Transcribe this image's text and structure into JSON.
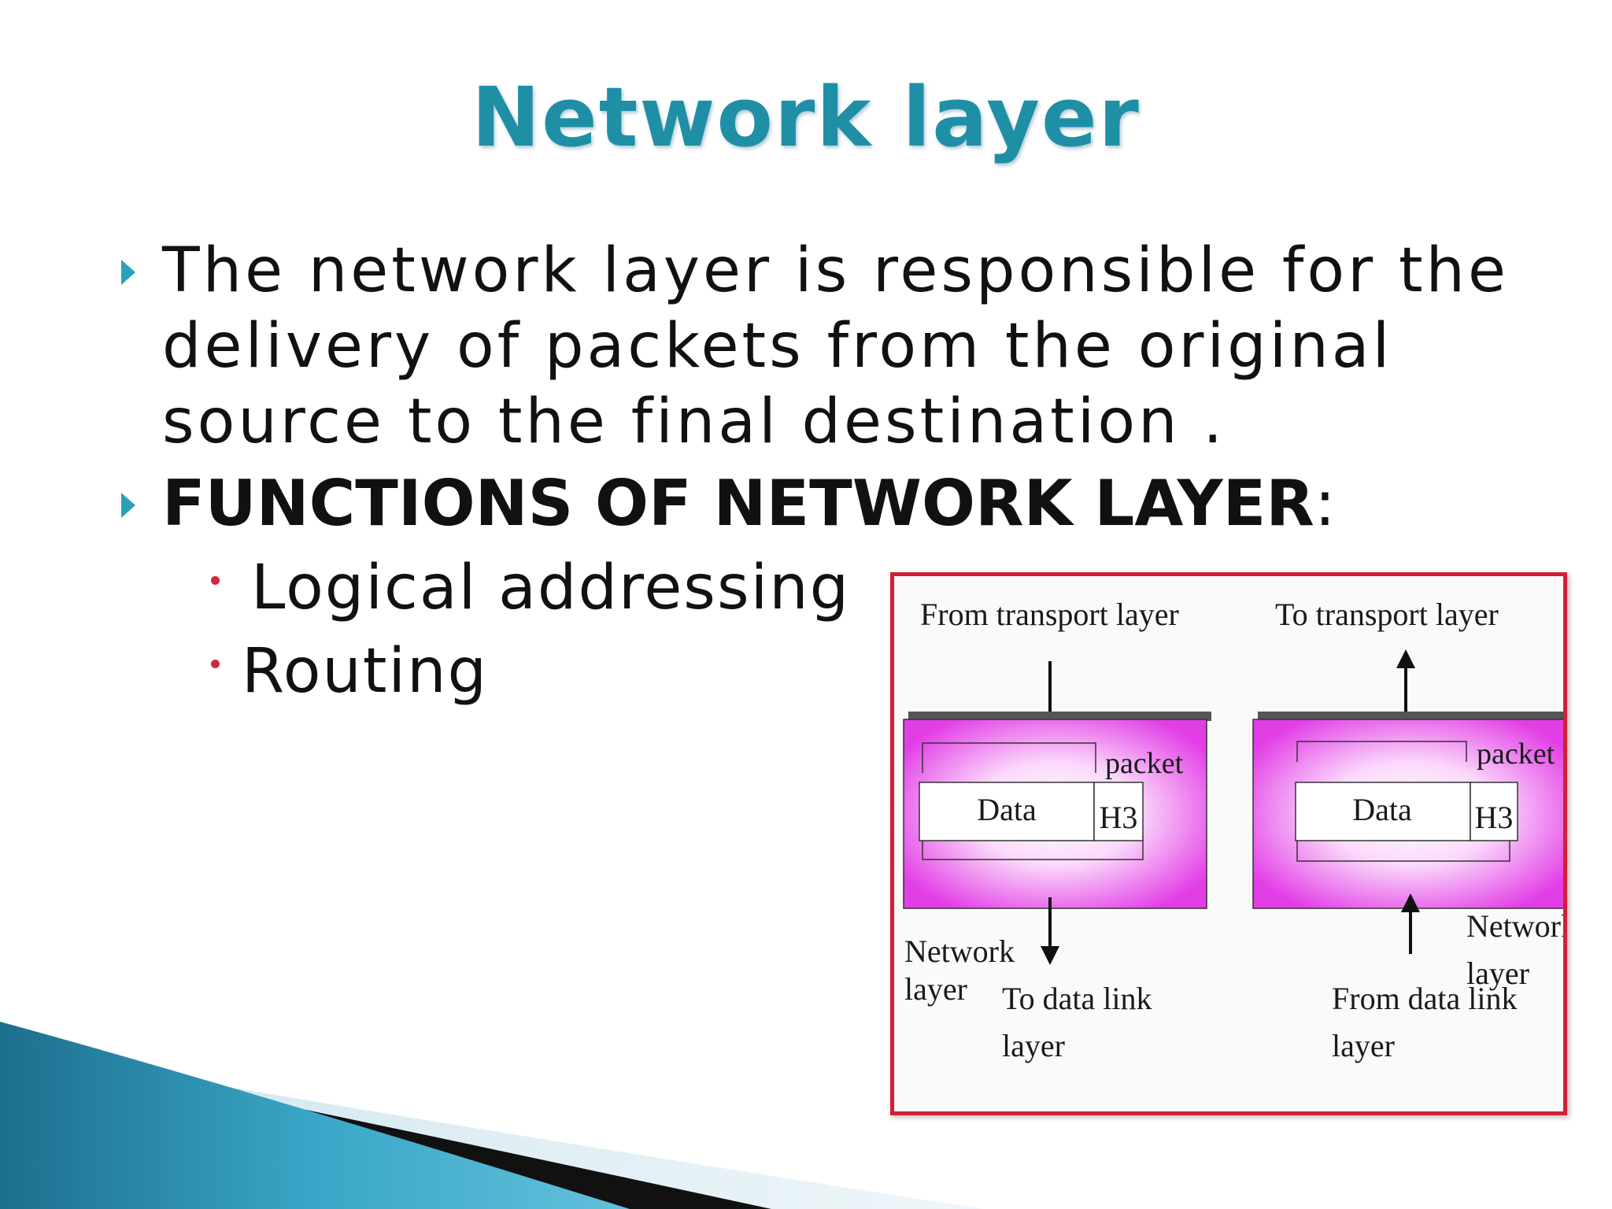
{
  "slide": {
    "title": "Network layer",
    "bullets": [
      {
        "text": "The network layer is responsible for the delivery of packets from the original source to the final destination ."
      },
      {
        "text": "FUNCTIONS OF NETWORK LAYER",
        "suffix": ":"
      }
    ],
    "sub_bullets": [
      {
        "text": "Logical addressing"
      },
      {
        "text": "Routing"
      }
    ],
    "colors": {
      "title": "#1f8fa6",
      "bullet_marker": "#2aa0b8",
      "sub_bullet_marker": "#d2283c",
      "figure_border": "#d11f35",
      "layer_box": "#e23ee6"
    }
  },
  "figure": {
    "left": {
      "top_label": "From transport layer",
      "packet_label": "packet",
      "data_label": "Data",
      "header_label": "H3",
      "layer_label_line1": "Network",
      "layer_label_line2": "layer",
      "bottom_label_line1": "To data link",
      "bottom_label_line2": "layer"
    },
    "right": {
      "top_label": "To transport layer",
      "packet_label": "packet",
      "data_label": "Data",
      "header_label": "H3",
      "layer_label_line1": "Network",
      "layer_label_line2": "layer",
      "bottom_label_line1": "From  data link",
      "bottom_label_line2": "layer"
    }
  }
}
